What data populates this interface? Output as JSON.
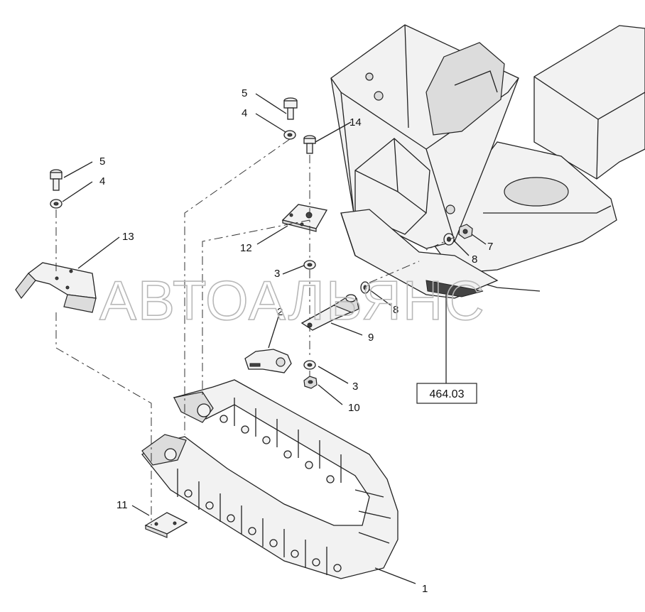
{
  "diagram": {
    "callouts": [
      {
        "id": "c1",
        "text": "1"
      },
      {
        "id": "c2",
        "text": "2"
      },
      {
        "id": "c3a",
        "text": "3"
      },
      {
        "id": "c3b",
        "text": "3"
      },
      {
        "id": "c4a",
        "text": "4"
      },
      {
        "id": "c4b",
        "text": "4"
      },
      {
        "id": "c5a",
        "text": "5"
      },
      {
        "id": "c5b",
        "text": "5"
      },
      {
        "id": "c7",
        "text": "7"
      },
      {
        "id": "c8a",
        "text": "8"
      },
      {
        "id": "c8b",
        "text": "8"
      },
      {
        "id": "c9",
        "text": "9"
      },
      {
        "id": "c10",
        "text": "10"
      },
      {
        "id": "c11",
        "text": "11"
      },
      {
        "id": "c12",
        "text": "12"
      },
      {
        "id": "c13",
        "text": "13"
      },
      {
        "id": "c14",
        "text": "14"
      }
    ],
    "reference_box": "464.03",
    "watermark": "АВТОАЛЬЯНС"
  }
}
